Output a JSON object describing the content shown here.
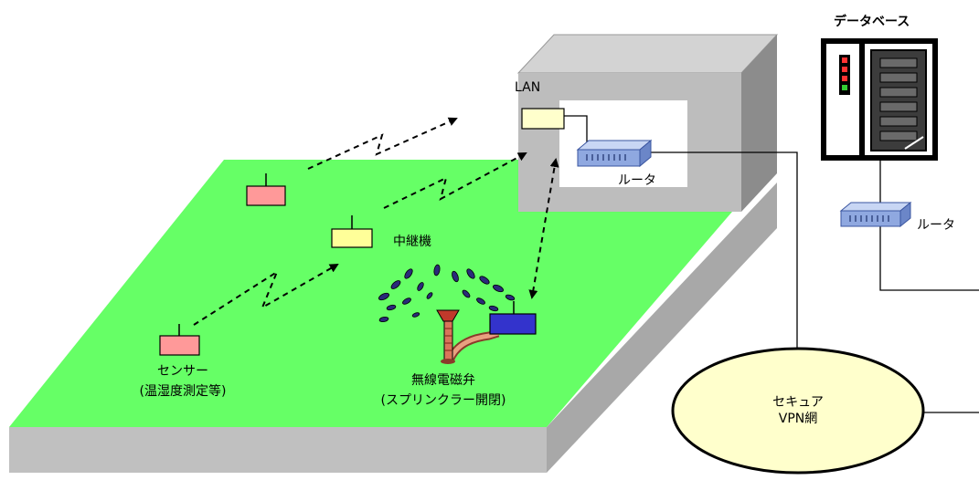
{
  "labels": {
    "database": "データベース",
    "lan": "LAN",
    "router_building": "ルータ",
    "router_right": "ルータ",
    "repeater": "中継機",
    "sensor_title": "センサー",
    "sensor_sub": "(温湿度測定等)",
    "valve_title": "無線電磁弁",
    "valve_sub": "(スプリンクラー開閉)",
    "vpn_line1": "セキュア",
    "vpn_line2": "VPN網"
  },
  "colors": {
    "field": "#66ff66",
    "base_gray": "#c0c0c0",
    "building_gray": "#b4b4b4",
    "sensor": "#ff9999",
    "repeater": "#ffff99",
    "lan_box": "#ffffcc",
    "valve": "#3333cc",
    "vpn_ellipse": "#ffffcc",
    "router_blue": "#8fa8e0"
  },
  "icons": {
    "database": "server-rack-icon",
    "router": "router-icon",
    "sprinkler": "sprinkler-icon"
  }
}
